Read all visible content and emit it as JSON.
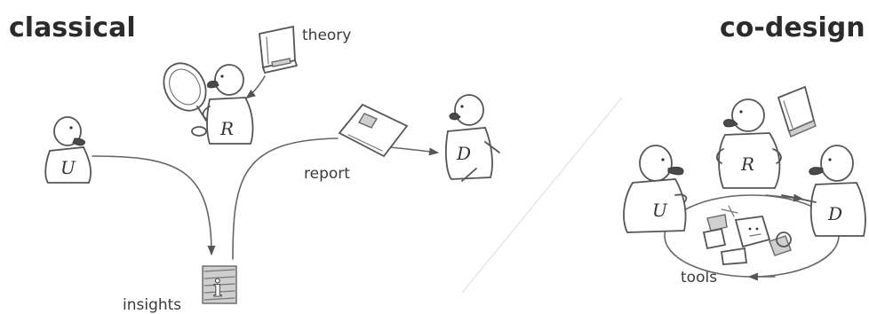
{
  "headings": {
    "left": "classical",
    "right": "co-design"
  },
  "labels": {
    "theory": "theory",
    "report": "report",
    "insights": "insights",
    "tools": "tools"
  },
  "figures": {
    "user_left": "U",
    "researcher_left": "R",
    "designer_left": "D",
    "user_right": "U",
    "researcher_right": "R",
    "designer_right": "D"
  },
  "icons": {
    "insights": "i"
  }
}
